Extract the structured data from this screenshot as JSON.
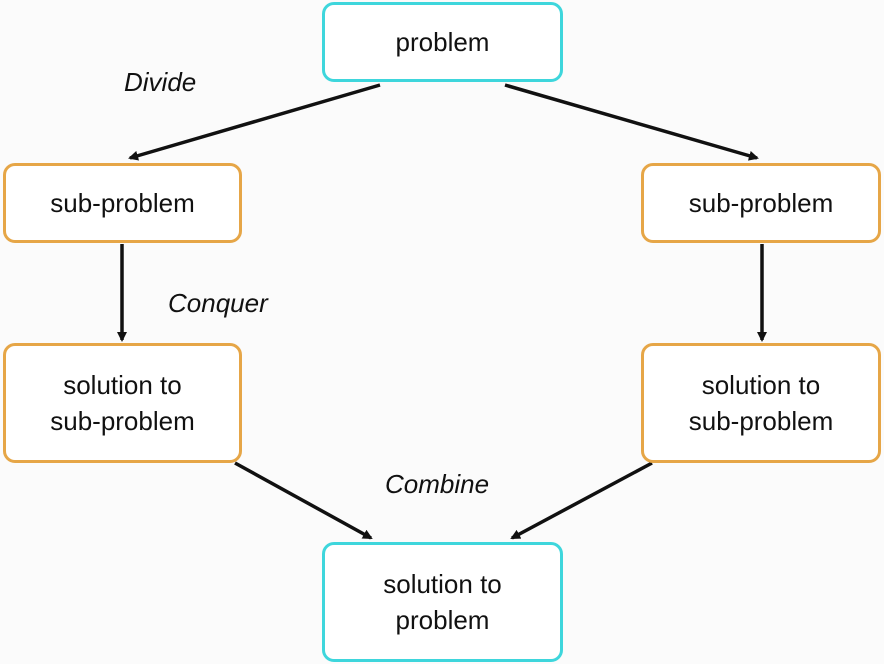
{
  "nodes": {
    "problem": "problem",
    "sub_problem_left": "sub-problem",
    "sub_problem_right": "sub-problem",
    "solution_sub_left": "solution to\nsub-problem",
    "solution_sub_right": "solution to\nsub-problem",
    "solution_problem": "solution to\nproblem"
  },
  "labels": {
    "divide": "Divide",
    "conquer": "Conquer",
    "combine": "Combine"
  },
  "colors": {
    "teal_border": "#3ed6dc",
    "orange_border": "#e6a647",
    "arrow": "#111111"
  }
}
